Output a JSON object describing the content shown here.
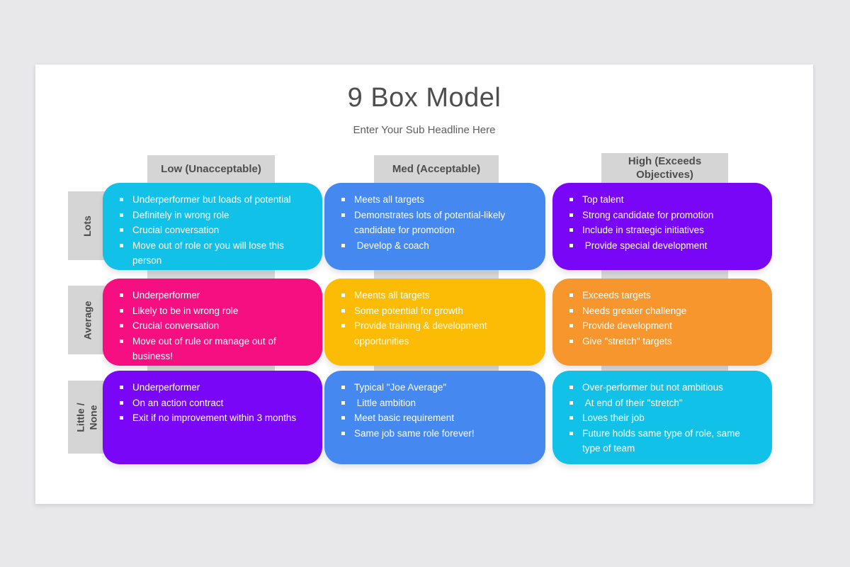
{
  "slide": {
    "title": "9 Box Model",
    "subtitle": "Enter Your Sub Headline Here",
    "background_color": "#e8e7ea",
    "card_color": "#ffffff",
    "header_color": "#d5d5d5",
    "bullet_text_color": "#ffffff"
  },
  "columns": [
    {
      "label": "Low (Unacceptable)"
    },
    {
      "label": "Med (Acceptable)"
    },
    {
      "label": "High (Exceeds Objectives)"
    }
  ],
  "rows": [
    {
      "label": "Lots"
    },
    {
      "label": "Average"
    },
    {
      "label": "Little /\nNone"
    }
  ],
  "cells": [
    {
      "row": "Lots",
      "column": "Low (Unacceptable)",
      "color": "#12c1e8",
      "items": [
        "Underperformer but loads of potential",
        "Definitely in wrong role",
        "Crucial conversation",
        "Move out of role or you will lose this person"
      ]
    },
    {
      "row": "Lots",
      "column": "Med (Acceptable)",
      "color": "#4589f0",
      "items": [
        "Meets all targets",
        "Demonstrates lots of potential-likely candidate for promotion",
        " Develop & coach"
      ]
    },
    {
      "row": "Lots",
      "column": "High (Exceeds Objectives)",
      "color": "#7a06f7",
      "items": [
        "Top talent",
        "Strong candidate for promotion",
        "Include in strategic initiatives",
        " Provide special development"
      ]
    },
    {
      "row": "Average",
      "column": "Low (Unacceptable)",
      "color": "#f50f80",
      "items": [
        "Underperformer",
        "Likely to be in wrong role",
        "Crucial conversation",
        "Move out of rule or manage out of business!"
      ]
    },
    {
      "row": "Average",
      "column": "Med (Acceptable)",
      "color": "#fcbb05",
      "items": [
        "Meents all targets",
        "Some potential for growth",
        "Provide training & development opportunities"
      ]
    },
    {
      "row": "Average",
      "column": "High (Exceeds Objectives)",
      "color": "#f8962e",
      "items": [
        "Exceeds targets",
        "Needs greater challenge",
        "Provide development",
        "Give \"stretch\" targets"
      ]
    },
    {
      "row": "Little / None",
      "column": "Low (Unacceptable)",
      "color": "#7a06f7",
      "items": [
        "Underperformer",
        "On an action contract",
        "Exit if no improvement within 3 months"
      ]
    },
    {
      "row": "Little / None",
      "column": "Med (Acceptable)",
      "color": "#4589f0",
      "items": [
        "Typical \"Joe Average\"",
        " Little ambition",
        "Meet basic requirement",
        "Same job same role forever!"
      ]
    },
    {
      "row": "Little / None",
      "column": "High (Exceeds Objectives)",
      "color": "#12c1e8",
      "items": [
        "Over-performer but not ambitious",
        " At end of their \"stretch\"",
        "Loves their job",
        "Future holds same type of role, same type of team"
      ]
    }
  ]
}
